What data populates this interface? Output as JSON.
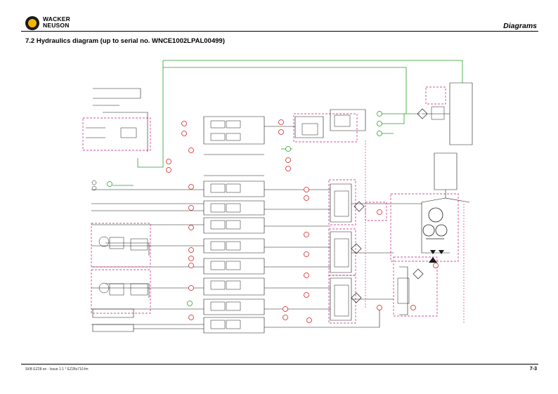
{
  "header": {
    "brand_line1": "WACKER",
    "brand_line2": "NEUSON",
    "section": "Diagrams"
  },
  "page": {
    "heading": "7.2    Hydraulics diagram (up to serial no. WNCE1002LPAL00499)"
  },
  "footer": {
    "left": "SKB EZ28 en - Issue 1.1 * EZ28s710.fm",
    "right": "7-3"
  },
  "colors": {
    "line": "#1a1a1a",
    "pilot_line": "#2a9d2a",
    "dashed_outline": "#c2187a",
    "marker": "#d81f1f",
    "logo_accent": "#f2b800"
  }
}
